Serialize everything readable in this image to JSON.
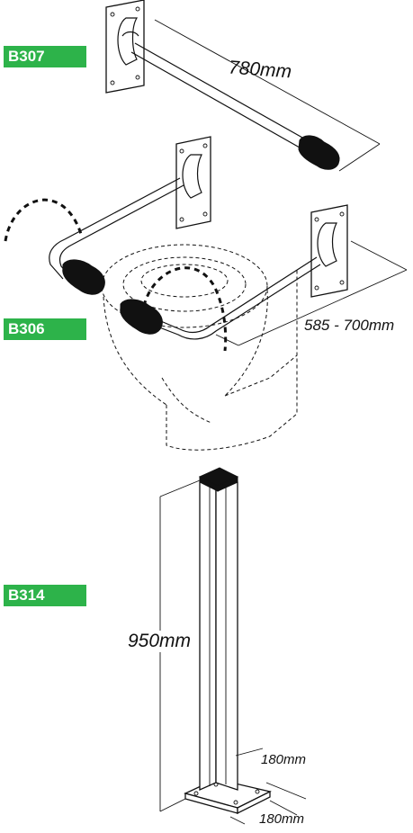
{
  "colors": {
    "tag_green": "#2db34a",
    "line": "#111111",
    "grip": "#111111"
  },
  "products": [
    {
      "code": "B307",
      "dimension": "780mm"
    },
    {
      "code": "B306",
      "dimension": "585 - 700mm"
    },
    {
      "code": "B314",
      "height": "950mm",
      "base_width": "180mm",
      "base_depth": "180mm"
    }
  ]
}
